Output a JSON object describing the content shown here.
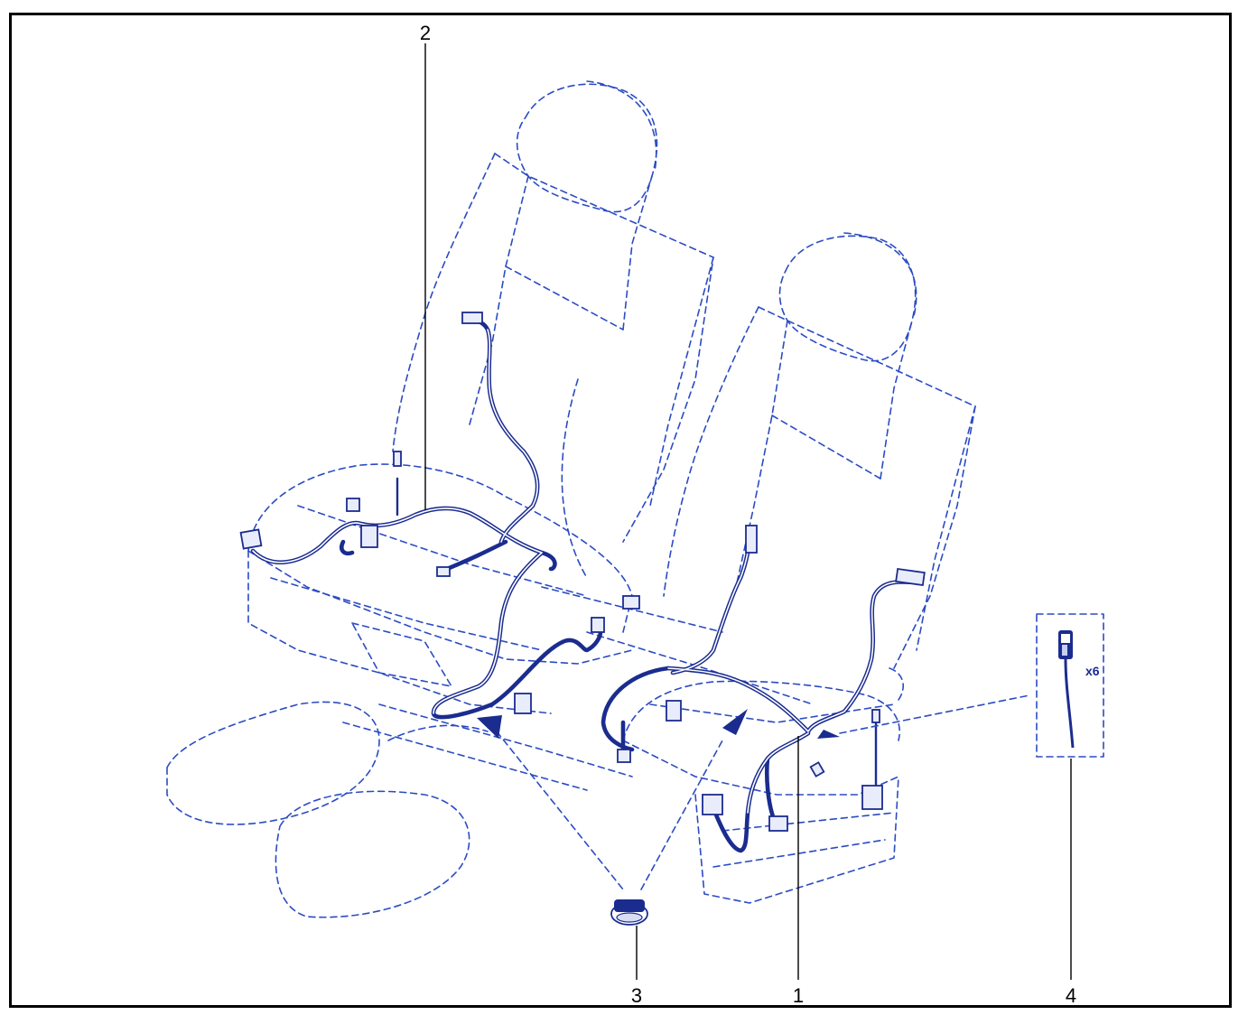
{
  "diagram": {
    "callouts": [
      {
        "id": "1",
        "label": "1"
      },
      {
        "id": "2",
        "label": "2"
      },
      {
        "id": "3",
        "label": "3"
      },
      {
        "id": "4",
        "label": "4"
      }
    ],
    "detail_quantity": "x6",
    "colors": {
      "line": "#2b4bc4",
      "harness": "#1b2c8f",
      "frame": "#000000"
    }
  }
}
